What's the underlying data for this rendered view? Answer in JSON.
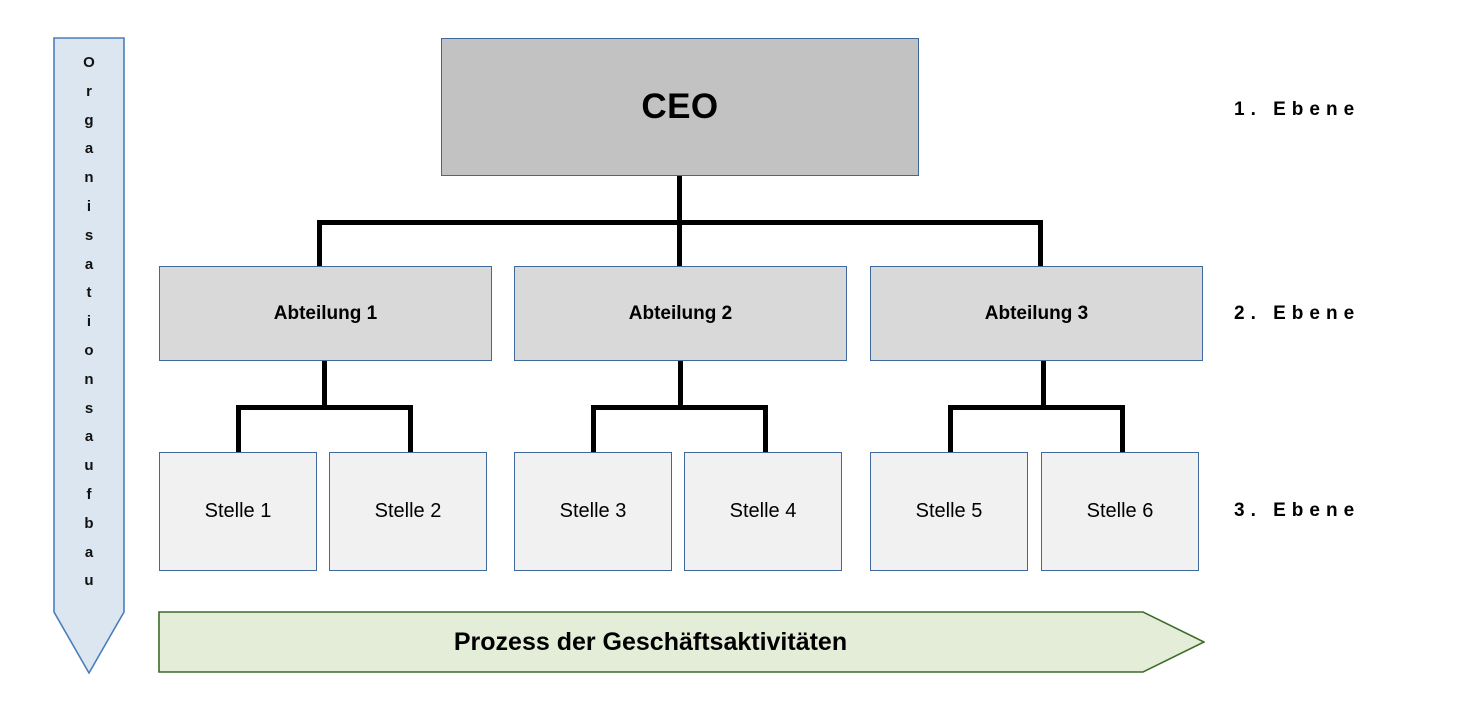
{
  "diagram": {
    "title": "Organisationsaufbau / Prozess der Geschäftsaktivitäten",
    "colors": {
      "ceo_fill": "#C2C2C2",
      "dept_fill": "#D9D9D9",
      "position_fill": "#F1F1F1",
      "box_border": "#40699B",
      "vertical_arrow_fill": "#DCE6F1",
      "vertical_arrow_border": "#4A7EBB",
      "process_arrow_fill": "#E3EDD7",
      "process_arrow_border": "#3D6B28",
      "connector": "#000000"
    }
  },
  "vertical_arrow": {
    "text": "Organisationsaufbau",
    "letters": [
      "O",
      "r",
      "g",
      "a",
      "n",
      "i",
      "s",
      "a",
      "t",
      "i",
      "o",
      "n",
      "s",
      "a",
      "u",
      "f",
      "b",
      "a",
      "u"
    ]
  },
  "org_chart": {
    "ceo": {
      "label": "CEO"
    },
    "departments": [
      {
        "label": "Abteilung 1"
      },
      {
        "label": "Abteilung 2"
      },
      {
        "label": "Abteilung 3"
      }
    ],
    "positions": [
      {
        "label": "Stelle 1"
      },
      {
        "label": "Stelle 2"
      },
      {
        "label": "Stelle 3"
      },
      {
        "label": "Stelle 4"
      },
      {
        "label": "Stelle 5"
      },
      {
        "label": "Stelle 6"
      }
    ]
  },
  "levels": [
    {
      "label": "1. Ebene"
    },
    {
      "label": "2. Ebene"
    },
    {
      "label": "3. Ebene"
    }
  ],
  "process_arrow": {
    "label": "Prozess der Geschäftsaktivitäten"
  }
}
